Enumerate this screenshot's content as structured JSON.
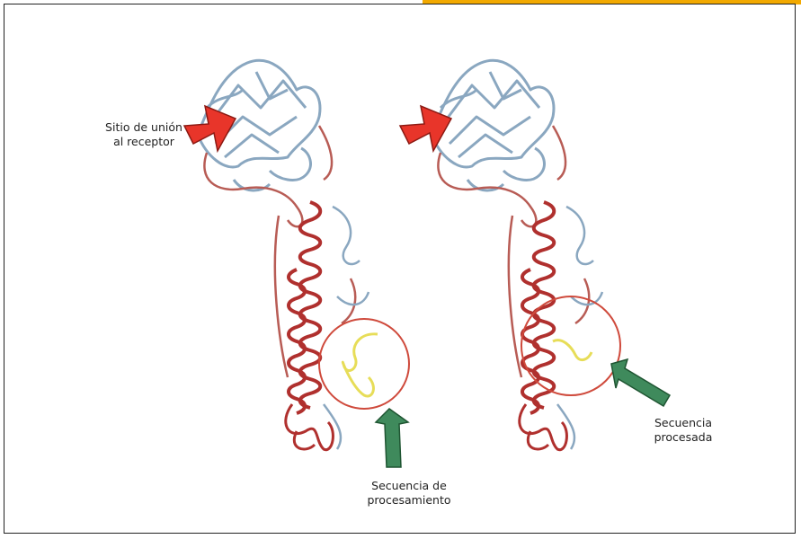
{
  "labels": {
    "receptor_site": [
      "Sitio de unión",
      "al receptor"
    ],
    "processing_sequence": [
      "Secuencia de",
      "procesamiento"
    ],
    "processed_sequence": [
      "Secuencia",
      "procesada"
    ]
  },
  "colors": {
    "accent_bar": "#f2a900",
    "frame": "#222222",
    "beta_sheet": "#8aa7c0",
    "helix": "#b0302e",
    "loop": "#b85c55",
    "highlight_loop": "#e7dd58",
    "circle": "#cf4a3c",
    "red_arrow": "#e8352a",
    "green_arrow": "#3f8a5c"
  }
}
